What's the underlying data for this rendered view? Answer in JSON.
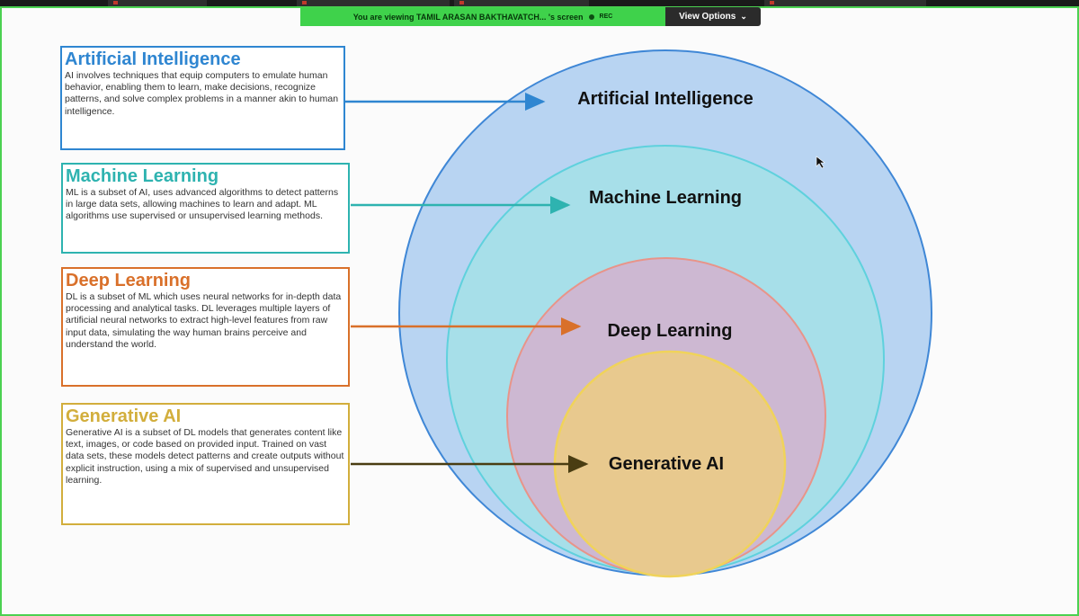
{
  "screen_share": {
    "banner_text": "You are viewing  TAMIL ARASAN BAKTHAVATCH... 's screen",
    "rec_label": "REC",
    "view_options_label": "View Options"
  },
  "colors": {
    "share_border": "#4bd151",
    "ai": "#2f86d1",
    "ml": "#2eb3b0",
    "dl": "#d9702a",
    "genai": "#d2ae3c",
    "genai_arrow": "#4a3d12"
  },
  "sections": [
    {
      "title": "Artificial Intelligence",
      "description": "AI involves techniques that equip computers to emulate human behavior, enabling them to learn, make decisions, recognize patterns, and solve complex problems in a manner akin to human intelligence.",
      "circle_label": "Artificial Intelligence"
    },
    {
      "title": "Machine Learning",
      "description": "ML is a subset of AI, uses advanced algorithms to detect patterns in large data sets, allowing machines to learn and adapt. ML algorithms use supervised or unsupervised learning methods.",
      "circle_label": "Machine Learning"
    },
    {
      "title": "Deep Learning",
      "description": "DL is a subset of ML which uses neural networks for in-depth data processing and analytical tasks. DL leverages multiple layers of artificial neural networks to extract high-level features from raw input data, simulating the way human brains perceive and understand the world.",
      "circle_label": "Deep Learning"
    },
    {
      "title": "Generative AI",
      "description": "Generative AI is a subset of DL models that generates content like text, images, or code based on provided input. Trained on vast data sets, these models detect patterns and create outputs without explicit instruction, using a mix of supervised and unsupervised learning.",
      "circle_label": "Generative AI"
    }
  ]
}
